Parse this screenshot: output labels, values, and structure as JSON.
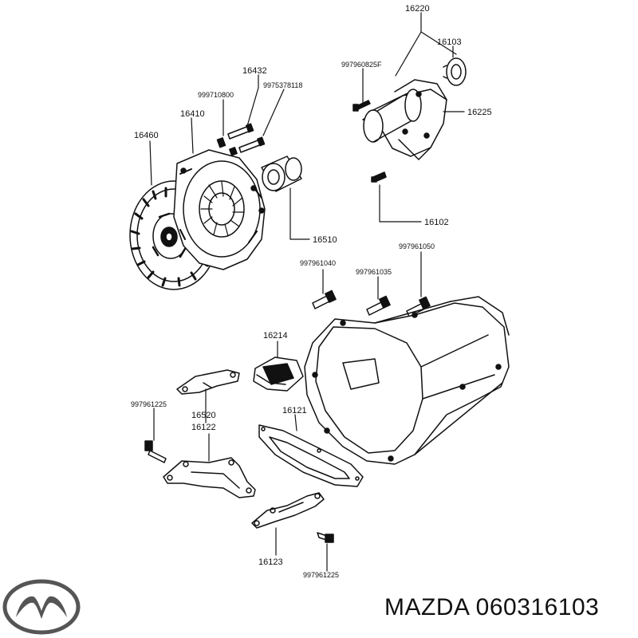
{
  "labels": {
    "p16220": "16220",
    "p16103": "16103",
    "p997960825F": "997960825F",
    "p16225": "16225",
    "p16432": "16432",
    "p999710800": "999710800",
    "p9975378118": "9975378118",
    "p16410": "16410",
    "p16460": "16460",
    "p16510": "16510",
    "p16102": "16102",
    "p997961040": "997961040",
    "p997961035": "997961035",
    "p997961050": "997961050",
    "p16214": "16214",
    "p997961225a": "997961225",
    "p16520": "16520",
    "p16122": "16122",
    "p16121": "16121",
    "p16123": "16123",
    "p997961225b": "997961225"
  },
  "caption": {
    "brand_text": "MAZDA 060316103"
  },
  "logo": {
    "name": "mazda-logo-icon",
    "color": "#555555"
  }
}
